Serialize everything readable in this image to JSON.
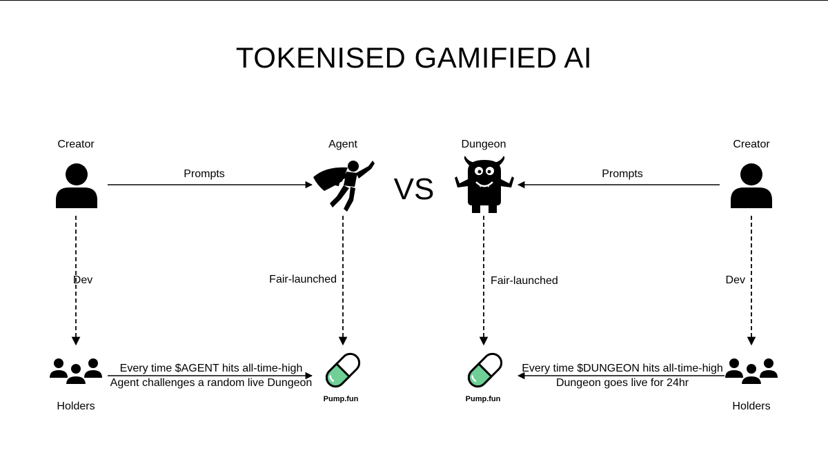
{
  "title": "TOKENISED GAMIFIED AI",
  "vs": "VS",
  "left": {
    "creator_label": "Creator",
    "agent_label": "Agent",
    "prompts_label": "Prompts",
    "dev_label": "Dev",
    "fairlaunch_label": "Fair-launched",
    "holders_label": "Holders",
    "note_line1": "Every time $AGENT hits all-time-high",
    "note_line2": "Agent challenges a random live Dungeon",
    "pump_label": "Pump.fun"
  },
  "right": {
    "dungeon_label": "Dungeon",
    "creator_label": "Creator",
    "prompts_label": "Prompts",
    "dev_label": "Dev",
    "fairlaunch_label": "Fair-launched",
    "holders_label": "Holders",
    "note_line1": "Every time $DUNGEON hits all-time-high",
    "note_line2": "Dungeon goes live for 24hr",
    "pump_label": "Pump.fun"
  },
  "colors": {
    "pill_green": "#6fcf97",
    "pill_white": "#ffffff",
    "ink": "#000000"
  },
  "icons": [
    "person-icon",
    "superhero-icon",
    "monster-icon",
    "pill-icon",
    "group-icon"
  ]
}
